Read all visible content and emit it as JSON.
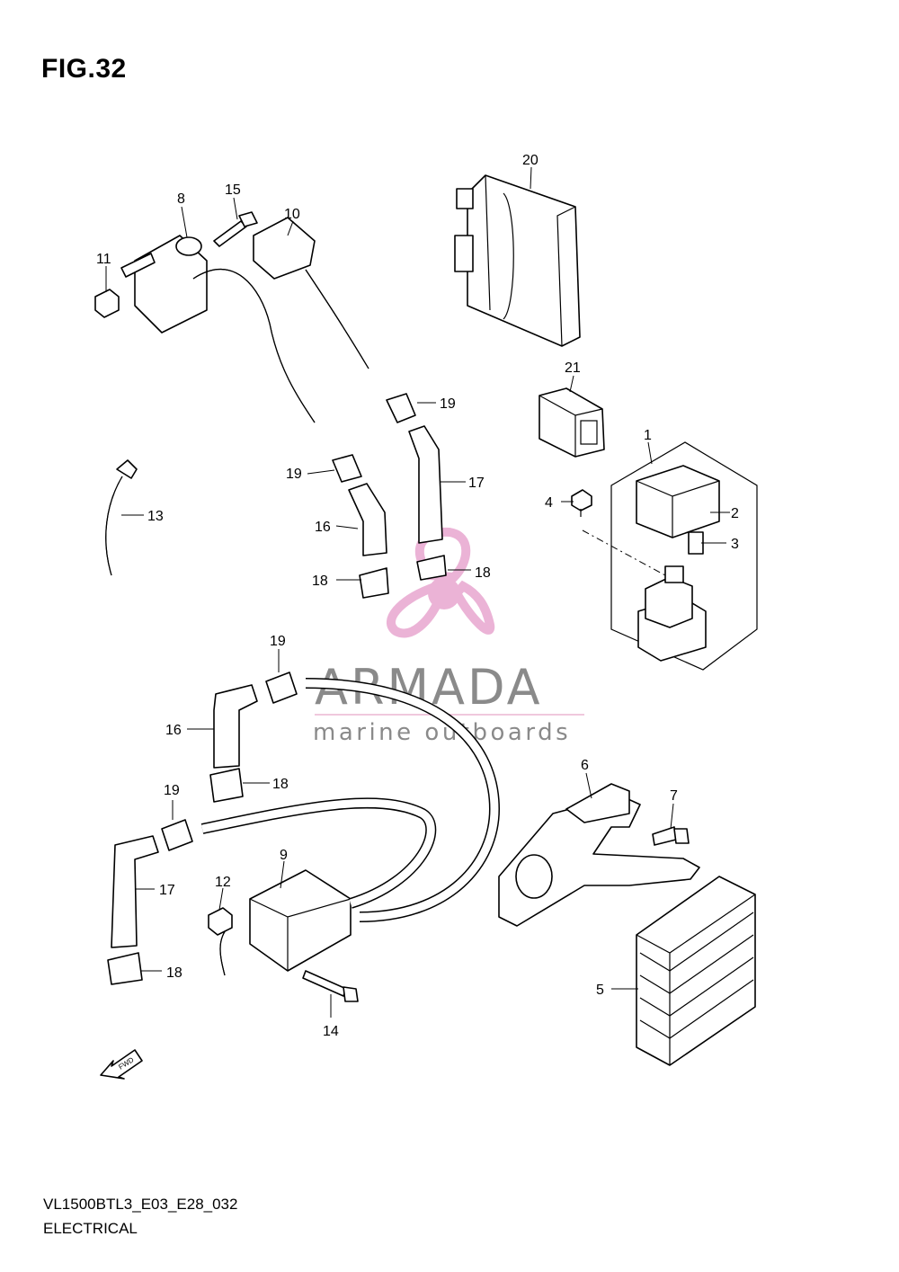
{
  "figure": {
    "title": "FIG.32"
  },
  "footer": {
    "code": "VL1500BTL3_E03_E28_032",
    "name": "ELECTRICAL"
  },
  "watermark": {
    "brand": "ARMADA",
    "tagline": "marine outboards"
  },
  "fwd_arrow": {
    "label": "FWD"
  },
  "callouts": {
    "c1": "1",
    "c2": "2",
    "c3": "3",
    "c4": "4",
    "c5": "5",
    "c6": "6",
    "c7": "7",
    "c8": "8",
    "c9": "9",
    "c10": "10",
    "c11": "11",
    "c12": "12",
    "c13": "13",
    "c14": "14",
    "c15": "15",
    "c16a": "16",
    "c16b": "16",
    "c17a": "17",
    "c17b": "17",
    "c18a": "18",
    "c18b": "18",
    "c18c": "18",
    "c18d": "18",
    "c19a": "19",
    "c19b": "19",
    "c19c": "19",
    "c19d": "19",
    "c20": "20",
    "c21": "21"
  },
  "colors": {
    "line": "#000000",
    "watermark_grey": "#8a8a8a",
    "watermark_pink": "#e8a6cf",
    "watermark_rule": "#f0c8dd"
  }
}
